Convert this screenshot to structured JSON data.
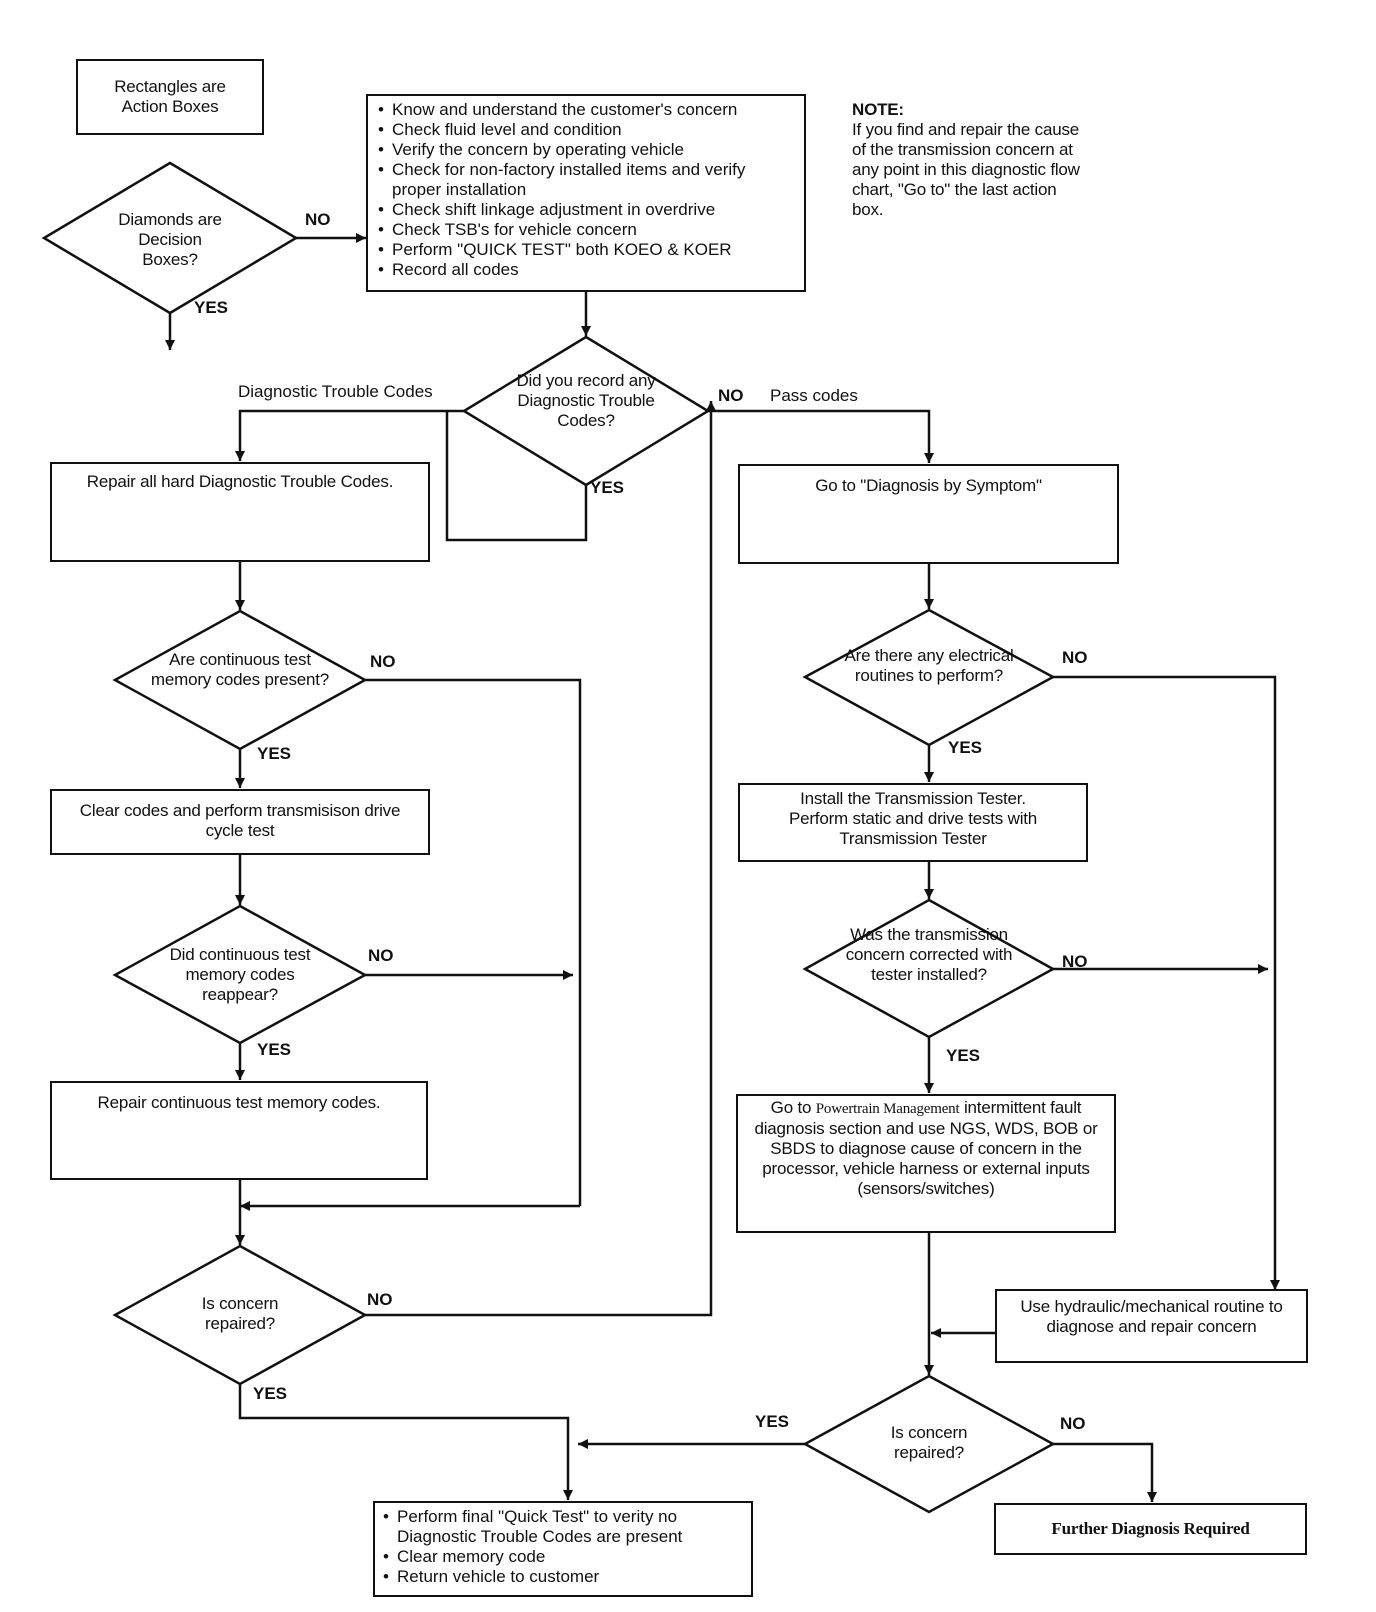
{
  "legend": {
    "rect_text": "Rectangles are Action Boxes",
    "diamond_text": "Diamonds are Decision Boxes?",
    "no": "NO",
    "yes": "YES"
  },
  "start_box": {
    "items": [
      "Know and understand the customer's concern",
      "Check fluid level and condition",
      "Verify the concern by operating vehicle",
      "Check for non-factory installed items and verify proper installation",
      "Check shift linkage adjustment in overdrive",
      "Check TSB's for vehicle concern",
      "Perform \"QUICK TEST\" both KOEO & KOER",
      "Record all codes"
    ]
  },
  "note": {
    "title": "NOTE:",
    "text": "If you find and repair the cause of the transmission concern at any point in this diagnostic flow chart, \"Go to\" the last action box."
  },
  "d_record": {
    "text": "Did you record any Diagnostic Trouble Codes?",
    "left_label": "Diagnostic Trouble Codes",
    "no": "NO",
    "pass": "Pass codes",
    "yes": "YES"
  },
  "repair_hard": "Repair all hard Diagnostic Trouble Codes.",
  "d_cont_present": {
    "text": "Are continuous test memory codes present?",
    "no": "NO",
    "yes": "YES"
  },
  "clear_codes": "Clear codes and perform transmisison drive cycle test",
  "d_cont_reappear": {
    "text": "Did continuous test memory codes reappear?",
    "no": "NO",
    "yes": "YES"
  },
  "repair_cont": "Repair continuous test memory codes.",
  "d_repaired_left": {
    "text": "Is concern repaired?",
    "no": "NO",
    "yes": "YES"
  },
  "final_box": {
    "items": [
      "Perform final \"Quick Test\" to verity no Diagnostic Trouble Codes are present",
      "Clear memory code",
      "Return vehicle to customer"
    ]
  },
  "symptom": "Go to \"Diagnosis by Symptom\"",
  "d_electrical": {
    "text": "Are there any electrical routines to perform?",
    "no": "NO",
    "yes": "YES"
  },
  "tester_box": "Install the Transmission Tester. Perform static and drive tests with Transmission Tester",
  "d_corrected": {
    "text": "Was the transmission concern corrected with tester installed?",
    "no": "NO",
    "yes": "YES"
  },
  "pm_box": {
    "prefix": "Go to ",
    "serif_part": "Powertrain Management",
    "rest": " intermittent fault diagnosis section and use NGS, WDS, BOB or SBDS to diagnose cause of concern in the processor, vehicle harness or external inputs (sensors/switches)"
  },
  "hydraulic_box": "Use hydraulic/mechanical routine to diagnose and repair concern",
  "d_repaired_right": {
    "text": "Is concern repaired?",
    "yes": "YES",
    "no": "NO"
  },
  "further_box": "Further Diagnosis Required"
}
